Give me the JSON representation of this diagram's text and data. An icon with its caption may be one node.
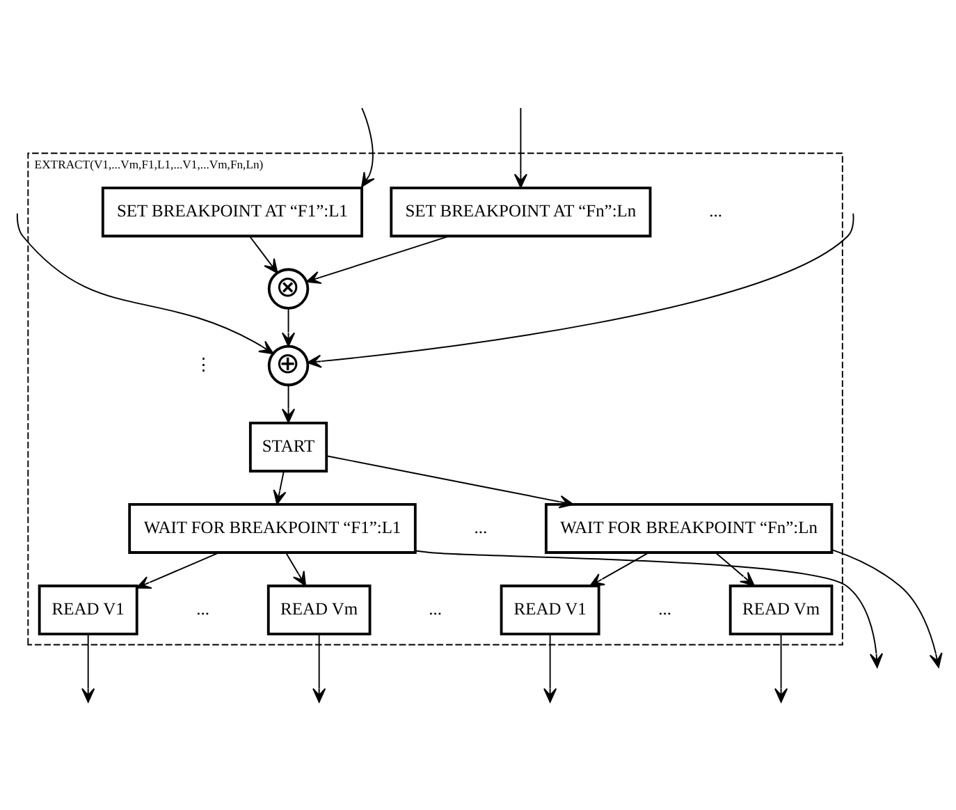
{
  "diagram": {
    "nodes": [
      {
        "text": [
          "EXTRACT(V1,...Vm,F1,L1,...V1,...Vm,Fn,Ln)"
        ]
      },
      {
        "text": [
          "SET BREAKPOINT AT “F1”:L1"
        ],
        "in": 0
      },
      {
        "text": [
          "SET BREAKPOINT AT “Fn”:Ln"
        ],
        "in": 0
      },
      {
        "text": [
          "⊗"
        ],
        "in": 0
      },
      {
        "text": [
          "⊕"
        ],
        "in": 0
      },
      {
        "text": [
          "START"
        ],
        "in": 0
      },
      {
        "text": [
          "WAIT FOR BREAKPOINT “F1”:L1"
        ],
        "in": 0
      },
      {
        "text": [
          "WAIT FOR BREAKPOINT “Fn”:Ln"
        ],
        "in": 0
      },
      {
        "text": [
          "READ V1"
        ],
        "in": 0
      },
      {
        "text": [
          "READ Vm"
        ],
        "in": 0
      },
      {
        "text": [
          "READ V1"
        ],
        "in": 0
      },
      {
        "text": [
          "READ Vm"
        ],
        "in": 0
      }
    ],
    "edges": [
      {
        "from": null,
        "to": 1,
        "arrow": "to"
      },
      {
        "from": null,
        "to": 2,
        "arrow": "to"
      },
      {
        "from": 1,
        "to": 3,
        "arrow": "to"
      },
      {
        "from": 2,
        "to": 3,
        "arrow": "to"
      },
      {
        "from": 3,
        "to": 4,
        "arrow": "to"
      },
      {
        "from": null,
        "to": 4,
        "arrow": "to"
      },
      {
        "from": null,
        "to": 4,
        "arrow": "to"
      },
      {
        "from": 4,
        "to": 5,
        "arrow": "to"
      },
      {
        "from": 5,
        "to": 6,
        "arrow": "to"
      },
      {
        "from": 5,
        "to": 7,
        "arrow": "to"
      },
      {
        "from": 6,
        "to": null,
        "arrow": "to"
      },
      {
        "from": 6,
        "to": 8,
        "arrow": "to"
      },
      {
        "from": 6,
        "to": 9,
        "arrow": "to"
      },
      {
        "from": 7,
        "to": null,
        "arrow": "to"
      },
      {
        "from": 7,
        "to": 10,
        "arrow": "to"
      },
      {
        "from": 7,
        "to": 11,
        "arrow": "to"
      },
      {
        "from": 8,
        "to": null,
        "arrow": "to"
      },
      {
        "from": 9,
        "to": null,
        "arrow": "to"
      },
      {
        "from": 10,
        "to": null,
        "arrow": "to"
      },
      {
        "from": 11,
        "to": null,
        "arrow": "to"
      }
    ],
    "labels": [
      "...",
      "⋮",
      "...",
      "...",
      "...",
      "..."
    ]
  }
}
